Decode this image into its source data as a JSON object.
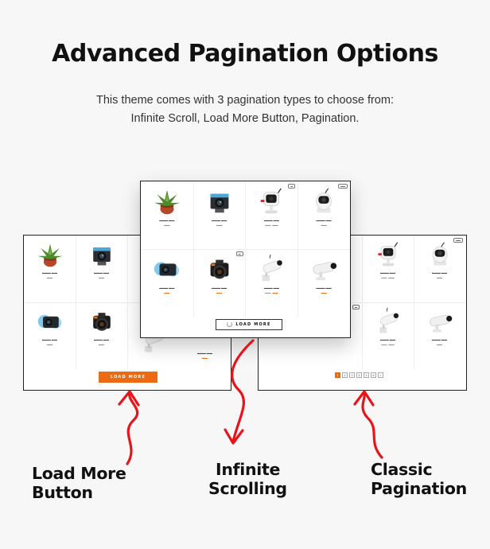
{
  "title": "Advanced Pagination Options",
  "subtitle_line1": "This theme comes with 3 pagination types to choose from:",
  "subtitle_line2": "Infinite Scroll, Load More Button, Pagination.",
  "load_more_label": "LOAD MORE",
  "infinite_label": "LOAD MORE",
  "captions": {
    "left_line1": "Load More",
    "left_line2": "Button",
    "mid_line1": "Infinite",
    "mid_line2": "Scrolling",
    "right_line1": "Classic",
    "right_line2": "Pagination"
  },
  "colors": {
    "accent": "#ec6a12",
    "arrow": "#e8141b"
  },
  "pager": [
    "1",
    "2",
    "3",
    "4",
    "5",
    "6",
    "»"
  ]
}
